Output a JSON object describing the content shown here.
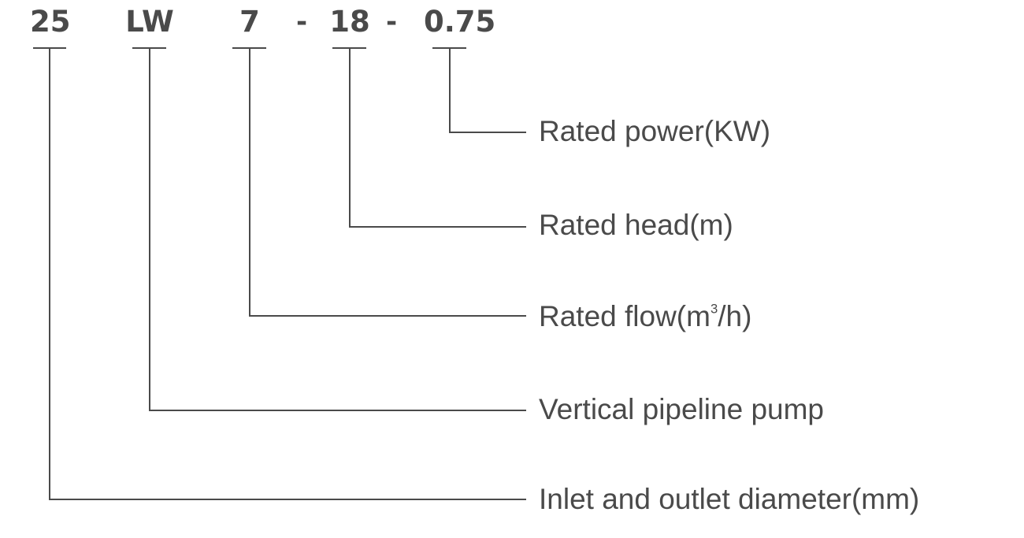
{
  "codes": [
    "25",
    "LW",
    "7",
    "18",
    "0.75"
  ],
  "separators": [
    "-",
    "-"
  ],
  "descriptions": {
    "power": "Rated power(KW)",
    "head": "Rated head(m)",
    "flow_prefix": "Rated flow(m",
    "flow_sup": "3",
    "flow_suffix": "/h)",
    "type": "Vertical pipeline pump",
    "diameter": "Inlet and outlet diameter(mm)"
  },
  "colors": {
    "line": "#4a4a4a",
    "text": "#4a4a4a"
  }
}
